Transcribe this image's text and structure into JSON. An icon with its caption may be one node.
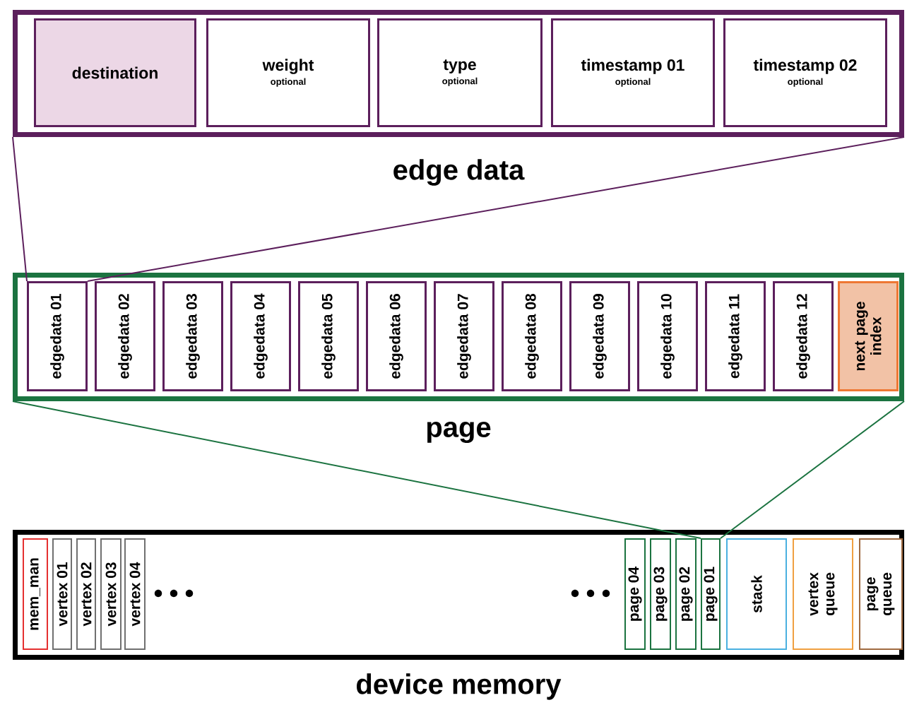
{
  "diagram": {
    "nodes": [
      {
        "text": [
          "edge data"
        ]
      },
      {
        "text": [
          "destination"
        ],
        "in": 0
      },
      {
        "text": [
          "weight",
          "optional"
        ],
        "in": 0
      },
      {
        "text": [
          "type",
          "optional"
        ],
        "in": 0
      },
      {
        "text": [
          "timestamp 01",
          "optional"
        ],
        "in": 0
      },
      {
        "text": [
          "timestamp 02",
          "optional"
        ],
        "in": 0
      },
      {
        "text": [
          "page"
        ]
      },
      {
        "text": [
          "edgedata 01"
        ],
        "in": 6
      },
      {
        "text": [
          "edgedata 02"
        ],
        "in": 6
      },
      {
        "text": [
          "edgedata 03"
        ],
        "in": 6
      },
      {
        "text": [
          "edgedata 04"
        ],
        "in": 6
      },
      {
        "text": [
          "edgedata 05"
        ],
        "in": 6
      },
      {
        "text": [
          "edgedata 06"
        ],
        "in": 6
      },
      {
        "text": [
          "edgedata 07"
        ],
        "in": 6
      },
      {
        "text": [
          "edgedata 08"
        ],
        "in": 6
      },
      {
        "text": [
          "edgedata 09"
        ],
        "in": 6
      },
      {
        "text": [
          "edgedata 10"
        ],
        "in": 6
      },
      {
        "text": [
          "edgedata 11"
        ],
        "in": 6
      },
      {
        "text": [
          "edgedata 12"
        ],
        "in": 6
      },
      {
        "text": [
          "next page index"
        ],
        "in": 6
      },
      {
        "text": [
          "device memory"
        ]
      },
      {
        "text": [
          "mem_man"
        ],
        "in": 20
      },
      {
        "text": [
          "vertex 01"
        ],
        "in": 20
      },
      {
        "text": [
          "vertex 02"
        ],
        "in": 20
      },
      {
        "text": [
          "vertex 03"
        ],
        "in": 20
      },
      {
        "text": [
          "vertex 04"
        ],
        "in": 20
      },
      {
        "text": [
          "page 04"
        ],
        "in": 20
      },
      {
        "text": [
          "page 03"
        ],
        "in": 20
      },
      {
        "text": [
          "page 02"
        ],
        "in": 20
      },
      {
        "text": [
          "page 01"
        ],
        "in": 20
      },
      {
        "text": [
          "stack"
        ],
        "in": 20
      },
      {
        "text": [
          "vertex queue"
        ],
        "in": 20
      },
      {
        "text": [
          "page queue"
        ],
        "in": 20
      }
    ],
    "edges": [
      {
        "from": 0,
        "to": 7,
        "arrow": "none",
        "color": "#5c1f5c"
      },
      {
        "from": 0,
        "to": 7,
        "arrow": "none",
        "color": "#5c1f5c"
      },
      {
        "from": 6,
        "to": 29,
        "arrow": "none",
        "color": "#1b7340"
      },
      {
        "from": 6,
        "to": 29,
        "arrow": "none",
        "color": "#1b7340"
      }
    ]
  }
}
